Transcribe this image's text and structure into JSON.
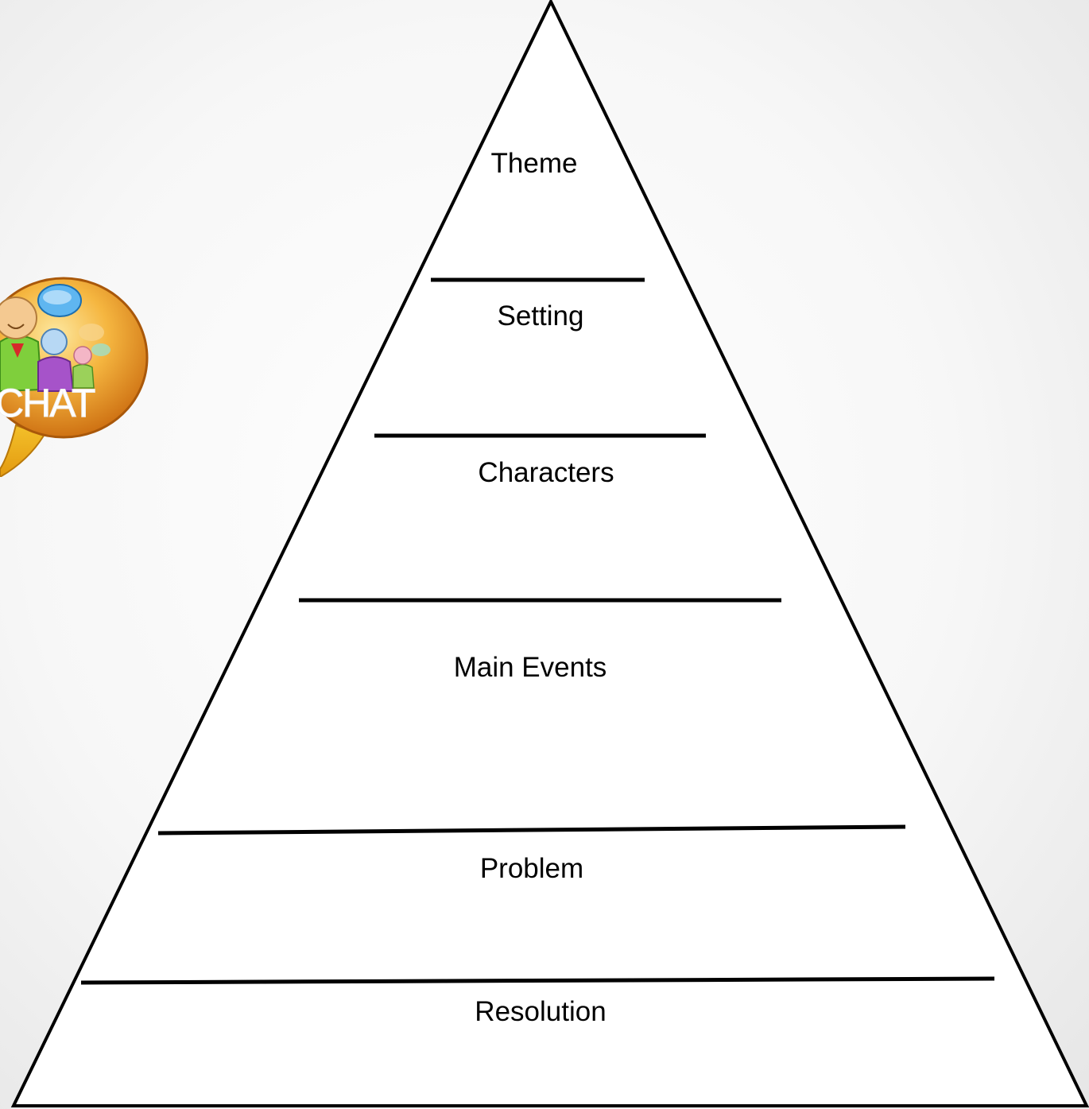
{
  "diagram": {
    "levels": [
      {
        "label": "Theme"
      },
      {
        "label": "Setting"
      },
      {
        "label": "Characters"
      },
      {
        "label": "Main Events"
      },
      {
        "label": "Problem"
      },
      {
        "label": "Resolution"
      }
    ]
  },
  "logo": {
    "text": "CHAT",
    "icon": "chat-people-bubble-icon"
  }
}
